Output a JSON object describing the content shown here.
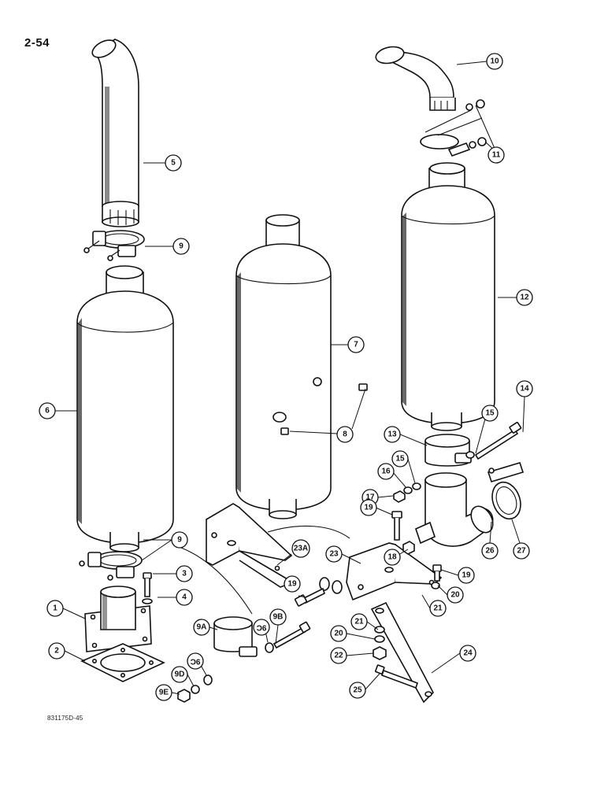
{
  "page_number": "2-54",
  "figure_code": "831175D-45",
  "callouts": {
    "c1": "1",
    "c2": "2",
    "c3": "3",
    "c4": "4",
    "c5": "5",
    "c6": "6",
    "c7": "7",
    "c8": "8",
    "c9_upper": "9",
    "c9_lower": "9",
    "c9a": "9A",
    "c9b": "9B",
    "c9c_a": "9C",
    "c9c_b": "9C",
    "c9d": "9D",
    "c9e": "9E",
    "c10": "10",
    "c11": "11",
    "c12": "12",
    "c13": "13",
    "c14": "14",
    "c15_a": "15",
    "c15_b": "15",
    "c16": "16",
    "c17": "17",
    "c18": "18",
    "c19_a": "19",
    "c19_b": "19",
    "c19_c": "19",
    "c20_a": "20",
    "c20_b": "20",
    "c21_a": "21",
    "c21_b": "21",
    "c22": "22",
    "c23": "23",
    "c23a": "23A",
    "c24": "24",
    "c25": "25",
    "c26": "26",
    "c27": "27"
  }
}
